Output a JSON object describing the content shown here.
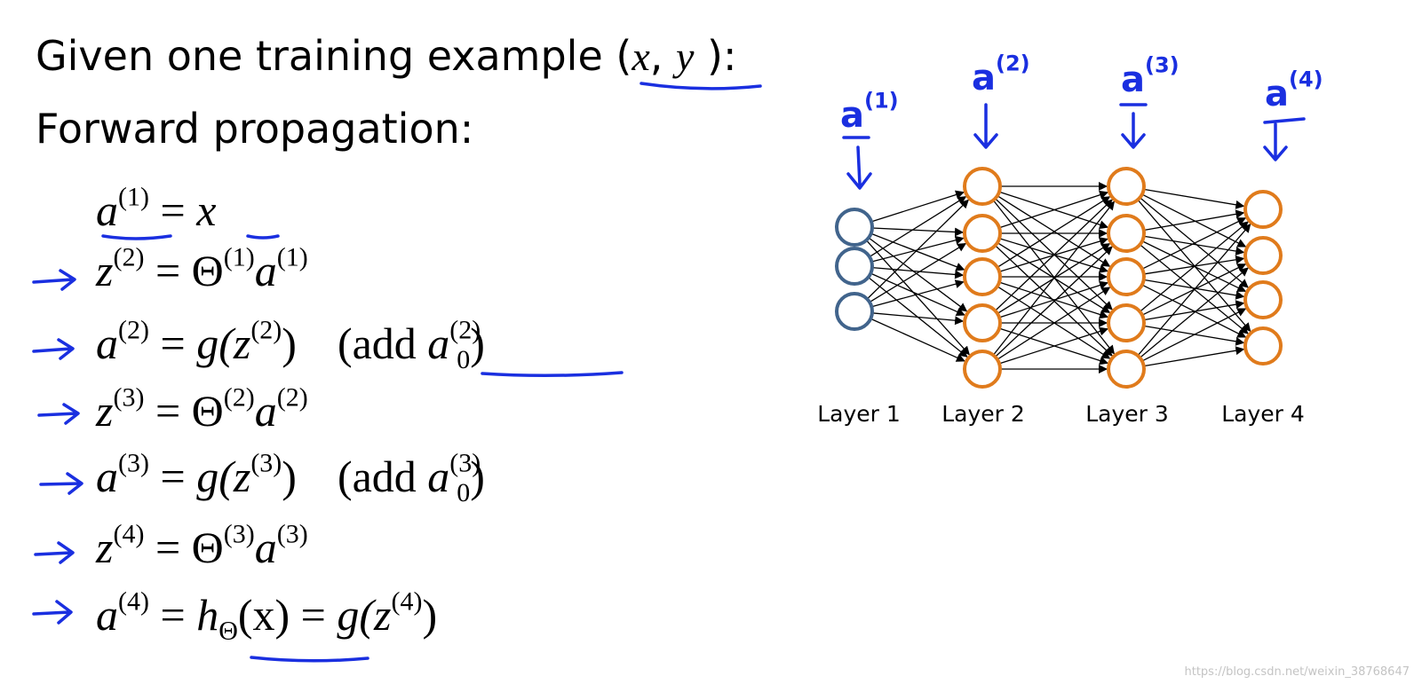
{
  "heading": {
    "line1_prefix": "Given one training example (",
    "line1_x": "x",
    "line1_comma": ", ",
    "line1_y": "y",
    "line1_suffix": " ):",
    "line2": "Forward propagation:"
  },
  "equations": [
    {
      "lhs": "a",
      "lhs_sup": "(1)",
      "rhs": "x"
    },
    {
      "lhs": "z",
      "lhs_sup": "(2)",
      "theta": "Θ",
      "theta_sup": "(1)",
      "var": "a",
      "var_sup": "(1)"
    },
    {
      "lhs": "a",
      "lhs_sup": "(2)",
      "fn": "g(",
      "fn_var": "z",
      "fn_sup": "(2)",
      "fn_close": ")",
      "note_open": "(add ",
      "note_var": "a",
      "note_sub": "0",
      "note_sup": "(2)",
      "note_close": ")"
    },
    {
      "lhs": "z",
      "lhs_sup": "(3)",
      "theta": "Θ",
      "theta_sup": "(2)",
      "var": "a",
      "var_sup": "(2)"
    },
    {
      "lhs": "a",
      "lhs_sup": "(3)",
      "fn": "g(",
      "fn_var": "z",
      "fn_sup": "(3)",
      "fn_close": ")",
      "note_open": "(add ",
      "note_var": "a",
      "note_sub": "0",
      "note_sup": "(3)",
      "note_close": ")"
    },
    {
      "lhs": "z",
      "lhs_sup": "(4)",
      "theta": "Θ",
      "theta_sup": "(3)",
      "var": "a",
      "var_sup": "(3)"
    },
    {
      "lhs": "a",
      "lhs_sup": "(4)",
      "h": "h",
      "h_sub": "Θ",
      "h_arg": "(x)",
      "eq2": " = ",
      "fn": "g(",
      "fn_var": "z",
      "fn_sup": "(4)",
      "fn_close": ")"
    }
  ],
  "network": {
    "layers": [
      {
        "label": "Layer 1",
        "units": 3,
        "color": "#41648c",
        "annotation": "a",
        "annotation_sup": "(1)"
      },
      {
        "label": "Layer 2",
        "units": 5,
        "color": "#e07b1c",
        "annotation": "a",
        "annotation_sup": "(2)"
      },
      {
        "label": "Layer 3",
        "units": 5,
        "color": "#e07b1c",
        "annotation": "a",
        "annotation_sup": "(3)"
      },
      {
        "label": "Layer 4",
        "units": 4,
        "color": "#e07b1c",
        "annotation": "a",
        "annotation_sup": "(4)"
      }
    ]
  },
  "colors": {
    "ink": "#1a2fe0",
    "input_unit": "#41648c",
    "hidden_unit": "#e07b1c"
  },
  "watermark": "https://blog.csdn.net/weixin_38768647"
}
